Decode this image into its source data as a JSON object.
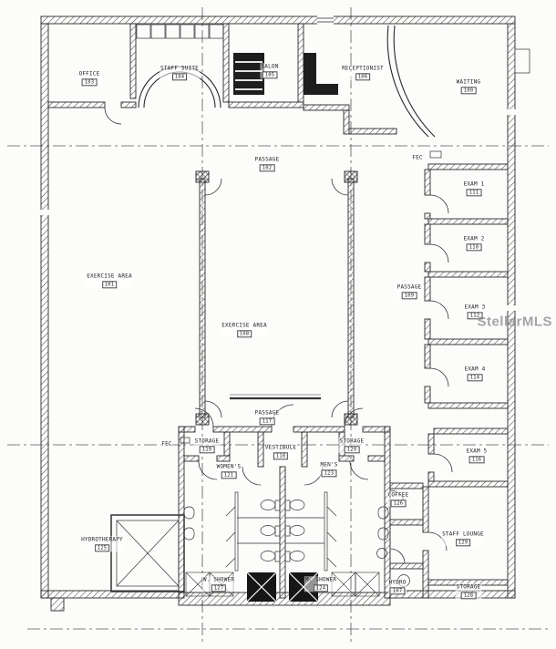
{
  "watermark": "StellarMLS",
  "colors": {
    "ink": "#2a2a2a",
    "watermark": "#8f8f8f"
  },
  "rooms": {
    "office": {
      "name": "OFFICE",
      "number": "103"
    },
    "staff_suite": {
      "name": "STAFF SUITE",
      "number": "104"
    },
    "salon": {
      "name": "SALON",
      "number": "105"
    },
    "receptionist": {
      "name": "RECEPTIONIST",
      "number": "106"
    },
    "waiting": {
      "name": "WAITING",
      "number": "100"
    },
    "passage_top": {
      "name": "PASSAGE",
      "number": "102"
    },
    "fec_top": {
      "name": "FEC"
    },
    "exercise_left": {
      "name": "EXERCISE AREA",
      "number": "101"
    },
    "exercise_center": {
      "name": "EXERCISE AREA",
      "number": "108"
    },
    "exam1": {
      "name": "EXAM 1",
      "number": "111"
    },
    "exam2": {
      "name": "EXAM 2",
      "number": "110"
    },
    "passage_exam": {
      "name": "PASSAGE",
      "number": "109"
    },
    "exam3": {
      "name": "EXAM 3",
      "number": "112"
    },
    "exam4": {
      "name": "EXAM 4",
      "number": "114"
    },
    "exam5": {
      "name": "EXAM 5",
      "number": "116"
    },
    "passage_lower": {
      "name": "PASSAGE",
      "number": "117"
    },
    "fec_lower": {
      "name": "FEC"
    },
    "storage_w": {
      "name": "STORAGE",
      "number": "119"
    },
    "storage_m": {
      "name": "STORAGE",
      "number": "120"
    },
    "vestibule": {
      "name": "VESTIBULE",
      "number": "118"
    },
    "womens": {
      "name": "WOMEN'S",
      "number": "121"
    },
    "mens": {
      "name": "MEN'S",
      "number": "123"
    },
    "hydrotherapy": {
      "name": "HYDROTHERAPY",
      "number": "125"
    },
    "w_shower": {
      "name": "W. SHOWER",
      "number": "127"
    },
    "m_shower": {
      "name": "M. SHOWER",
      "number": "124"
    },
    "coffee": {
      "name": "COFFEE",
      "number": "126"
    },
    "staff_lounge": {
      "name": "STAFF LOUNGE",
      "number": "129"
    },
    "hydro": {
      "name": "HYDRO",
      "number": "107"
    },
    "storage_br": {
      "name": "STORAGE",
      "number": "128"
    }
  }
}
